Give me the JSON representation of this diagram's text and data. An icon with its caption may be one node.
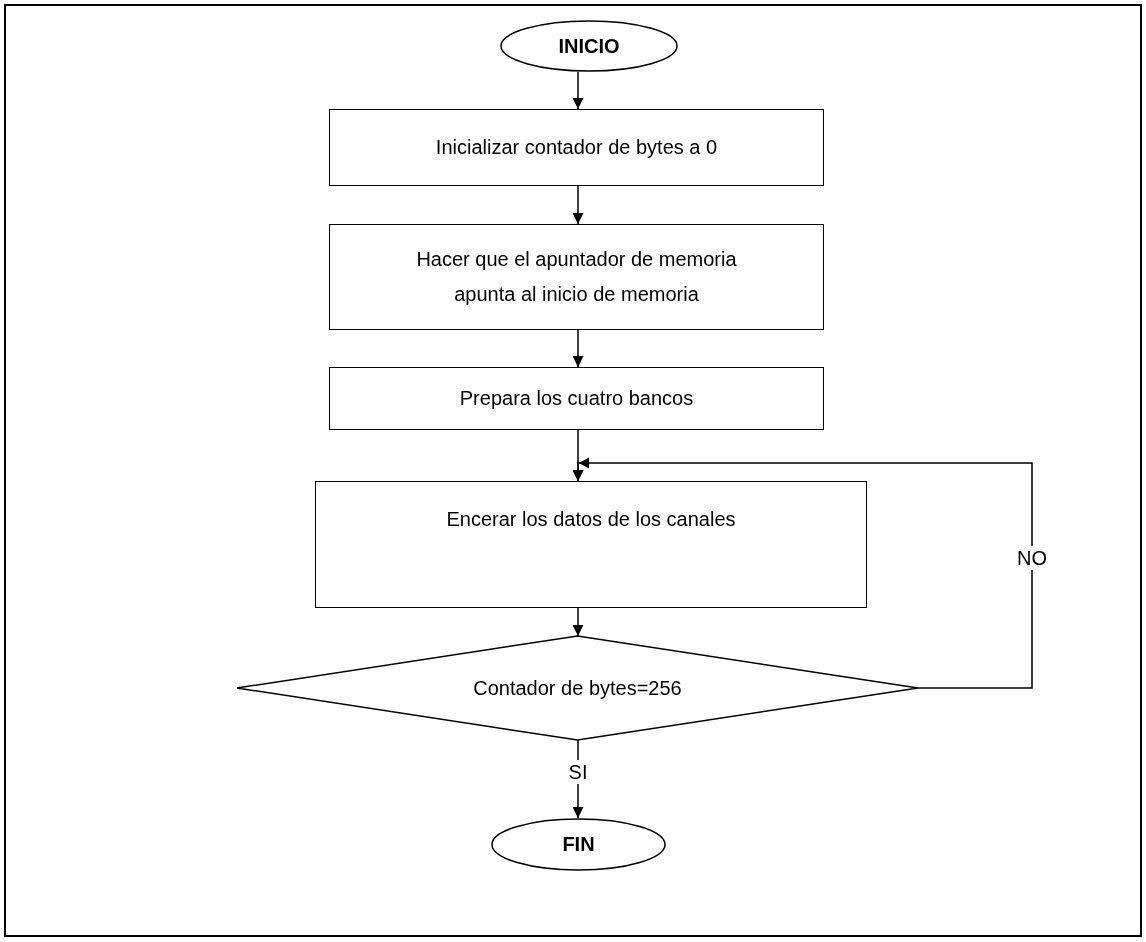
{
  "diagram": {
    "nodes": [
      {
        "text": [
          "INICIO"
        ]
      },
      {
        "text": [
          "Inicializar contador de bytes a 0"
        ]
      },
      {
        "text": [
          "Hacer que el apuntador de memoria apunta al inicio de memoria"
        ]
      },
      {
        "text": [
          "Prepara los cuatro bancos"
        ]
      },
      {
        "text": [
          "Encerar los datos de los canales"
        ]
      },
      {
        "text": [
          "Contador de bytes=256"
        ]
      },
      {
        "text": [
          "FIN"
        ]
      }
    ],
    "edges": [
      {
        "from": 0,
        "to": 1,
        "arrow": "to"
      },
      {
        "from": 1,
        "to": 2,
        "arrow": "to"
      },
      {
        "from": 2,
        "to": 3,
        "arrow": "to"
      },
      {
        "from": 3,
        "to": 4,
        "arrow": "to"
      },
      {
        "from": 4,
        "to": 5,
        "arrow": "to"
      },
      {
        "from": 5,
        "to": 4,
        "arrow": "to",
        "label": "NO"
      },
      {
        "from": 5,
        "to": 6,
        "arrow": "to",
        "label": "SI"
      }
    ]
  }
}
